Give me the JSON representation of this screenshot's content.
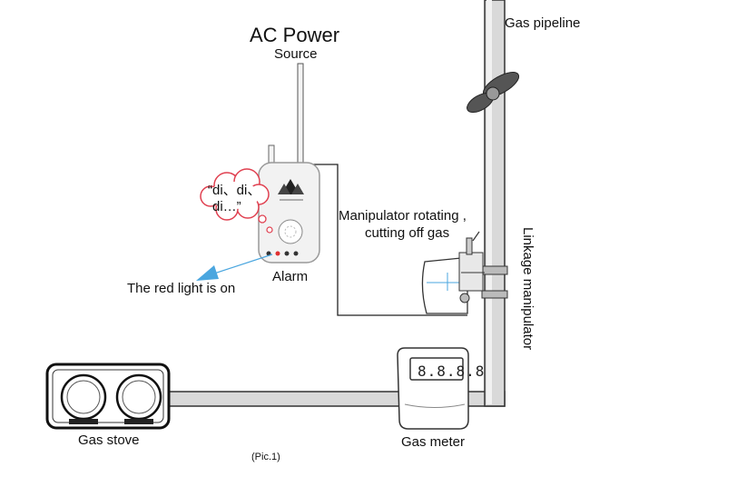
{
  "labels": {
    "ac_power": "AC Power",
    "source": "Source",
    "gas_pipeline": "Gas pipeline",
    "manipulator_line1": "Manipulator rotating ,",
    "manipulator_line2": "cutting off gas",
    "linkage_manipulator": "Linkage manipulator",
    "alarm": "Alarm",
    "red_light": "The red light is on",
    "gas_stove": "Gas stove",
    "gas_meter": "Gas meter",
    "caption": "(Pic.1)"
  },
  "speech_bubble": {
    "line1": "“di、di、",
    "line2": "di…”"
  },
  "meter_display": "8.8.8.8",
  "colors": {
    "pipe_fill": "#d9d9d9",
    "pipe_stroke": "#333333",
    "bubble_stroke": "#e04050",
    "arrow_color": "#4aa6df",
    "indicator_red": "#e03030"
  }
}
